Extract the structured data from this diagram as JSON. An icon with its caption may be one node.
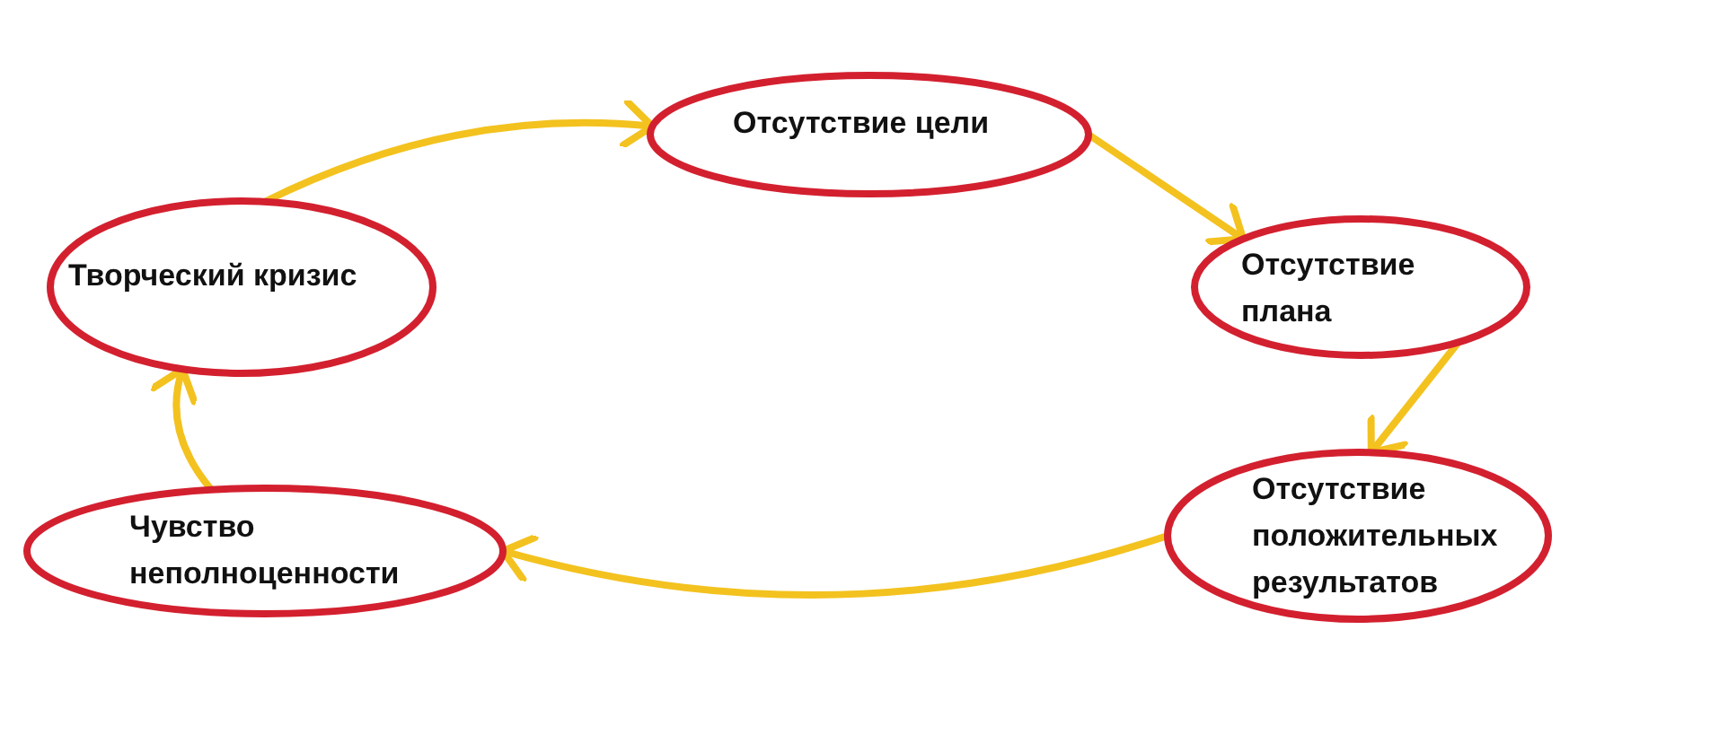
{
  "diagram": {
    "nodes": [
      {
        "text": [
          "Отсутствие цели"
        ]
      },
      {
        "text": [
          "Отсутствие плана"
        ]
      },
      {
        "text": [
          "Отсутствие положительных результатов"
        ]
      },
      {
        "text": [
          "Чувство неполноценности"
        ]
      },
      {
        "text": [
          "Творческий кризис"
        ]
      }
    ],
    "edges": [
      {
        "from": 0,
        "to": 1,
        "arrow": "to"
      },
      {
        "from": 1,
        "to": 2,
        "arrow": "to"
      },
      {
        "from": 2,
        "to": 3,
        "arrow": "to"
      },
      {
        "from": 3,
        "to": 4,
        "arrow": "to"
      },
      {
        "from": 4,
        "to": 0,
        "arrow": "to"
      }
    ]
  }
}
